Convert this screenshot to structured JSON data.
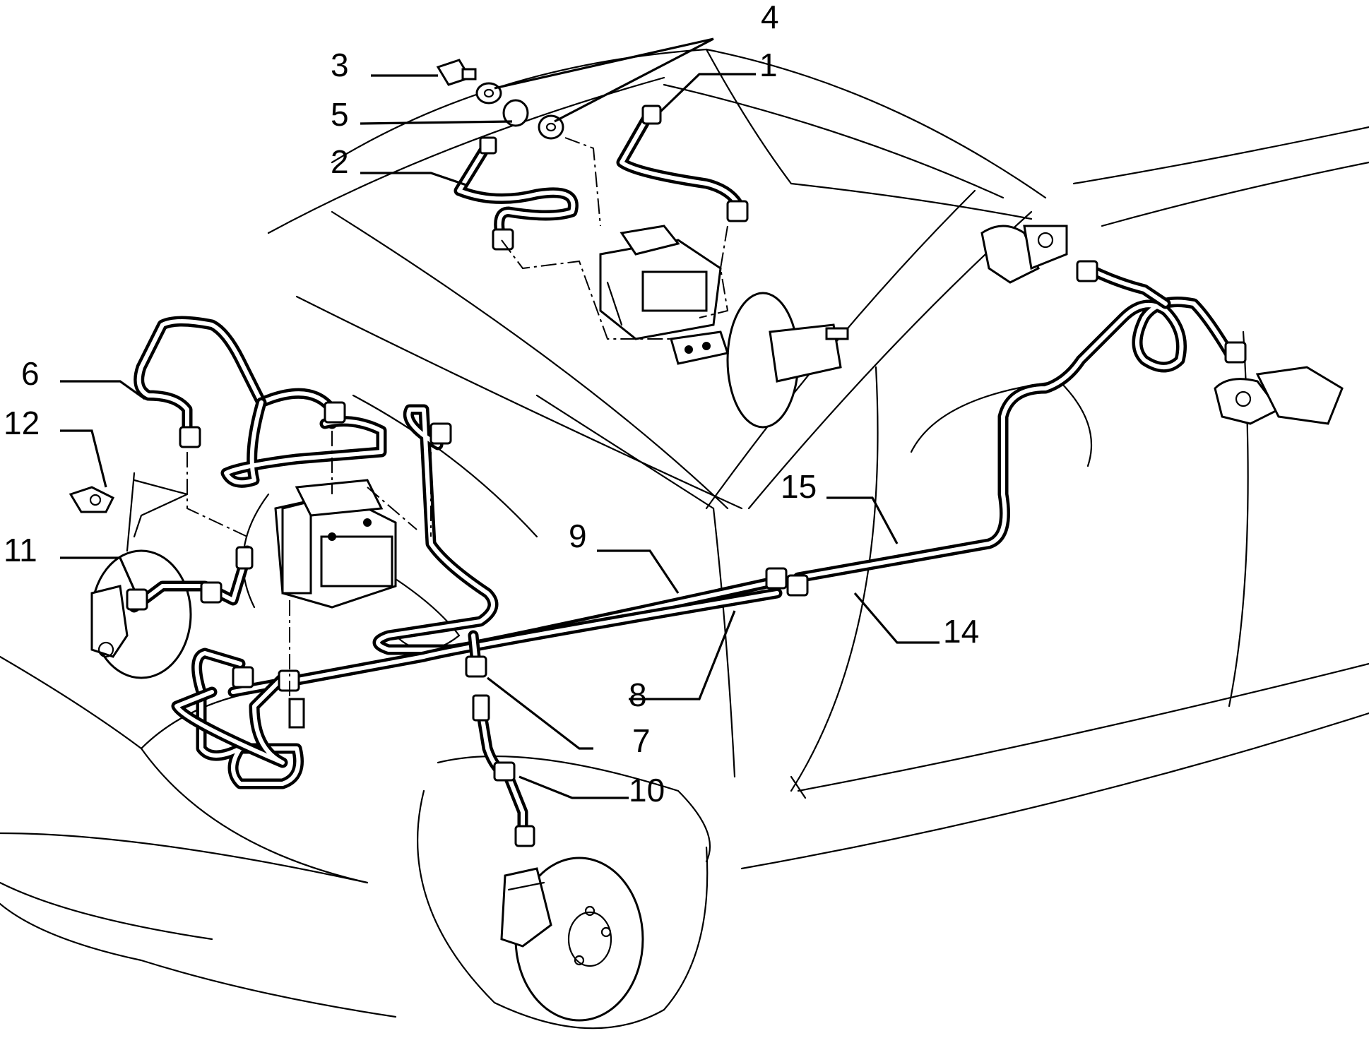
{
  "callouts": [
    {
      "id": "1",
      "text": "1"
    },
    {
      "id": "2",
      "text": "2"
    },
    {
      "id": "3",
      "text": "3"
    },
    {
      "id": "4",
      "text": "4"
    },
    {
      "id": "5",
      "text": "5"
    },
    {
      "id": "6",
      "text": "6"
    },
    {
      "id": "7",
      "text": "7"
    },
    {
      "id": "8",
      "text": "8"
    },
    {
      "id": "9",
      "text": "9"
    },
    {
      "id": "10",
      "text": "10"
    },
    {
      "id": "11",
      "text": "11"
    },
    {
      "id": "12",
      "text": "12"
    },
    {
      "id": "14",
      "text": "14"
    },
    {
      "id": "15",
      "text": "15"
    }
  ],
  "colors": {
    "ink": "#000000",
    "paper": "#ffffff"
  }
}
